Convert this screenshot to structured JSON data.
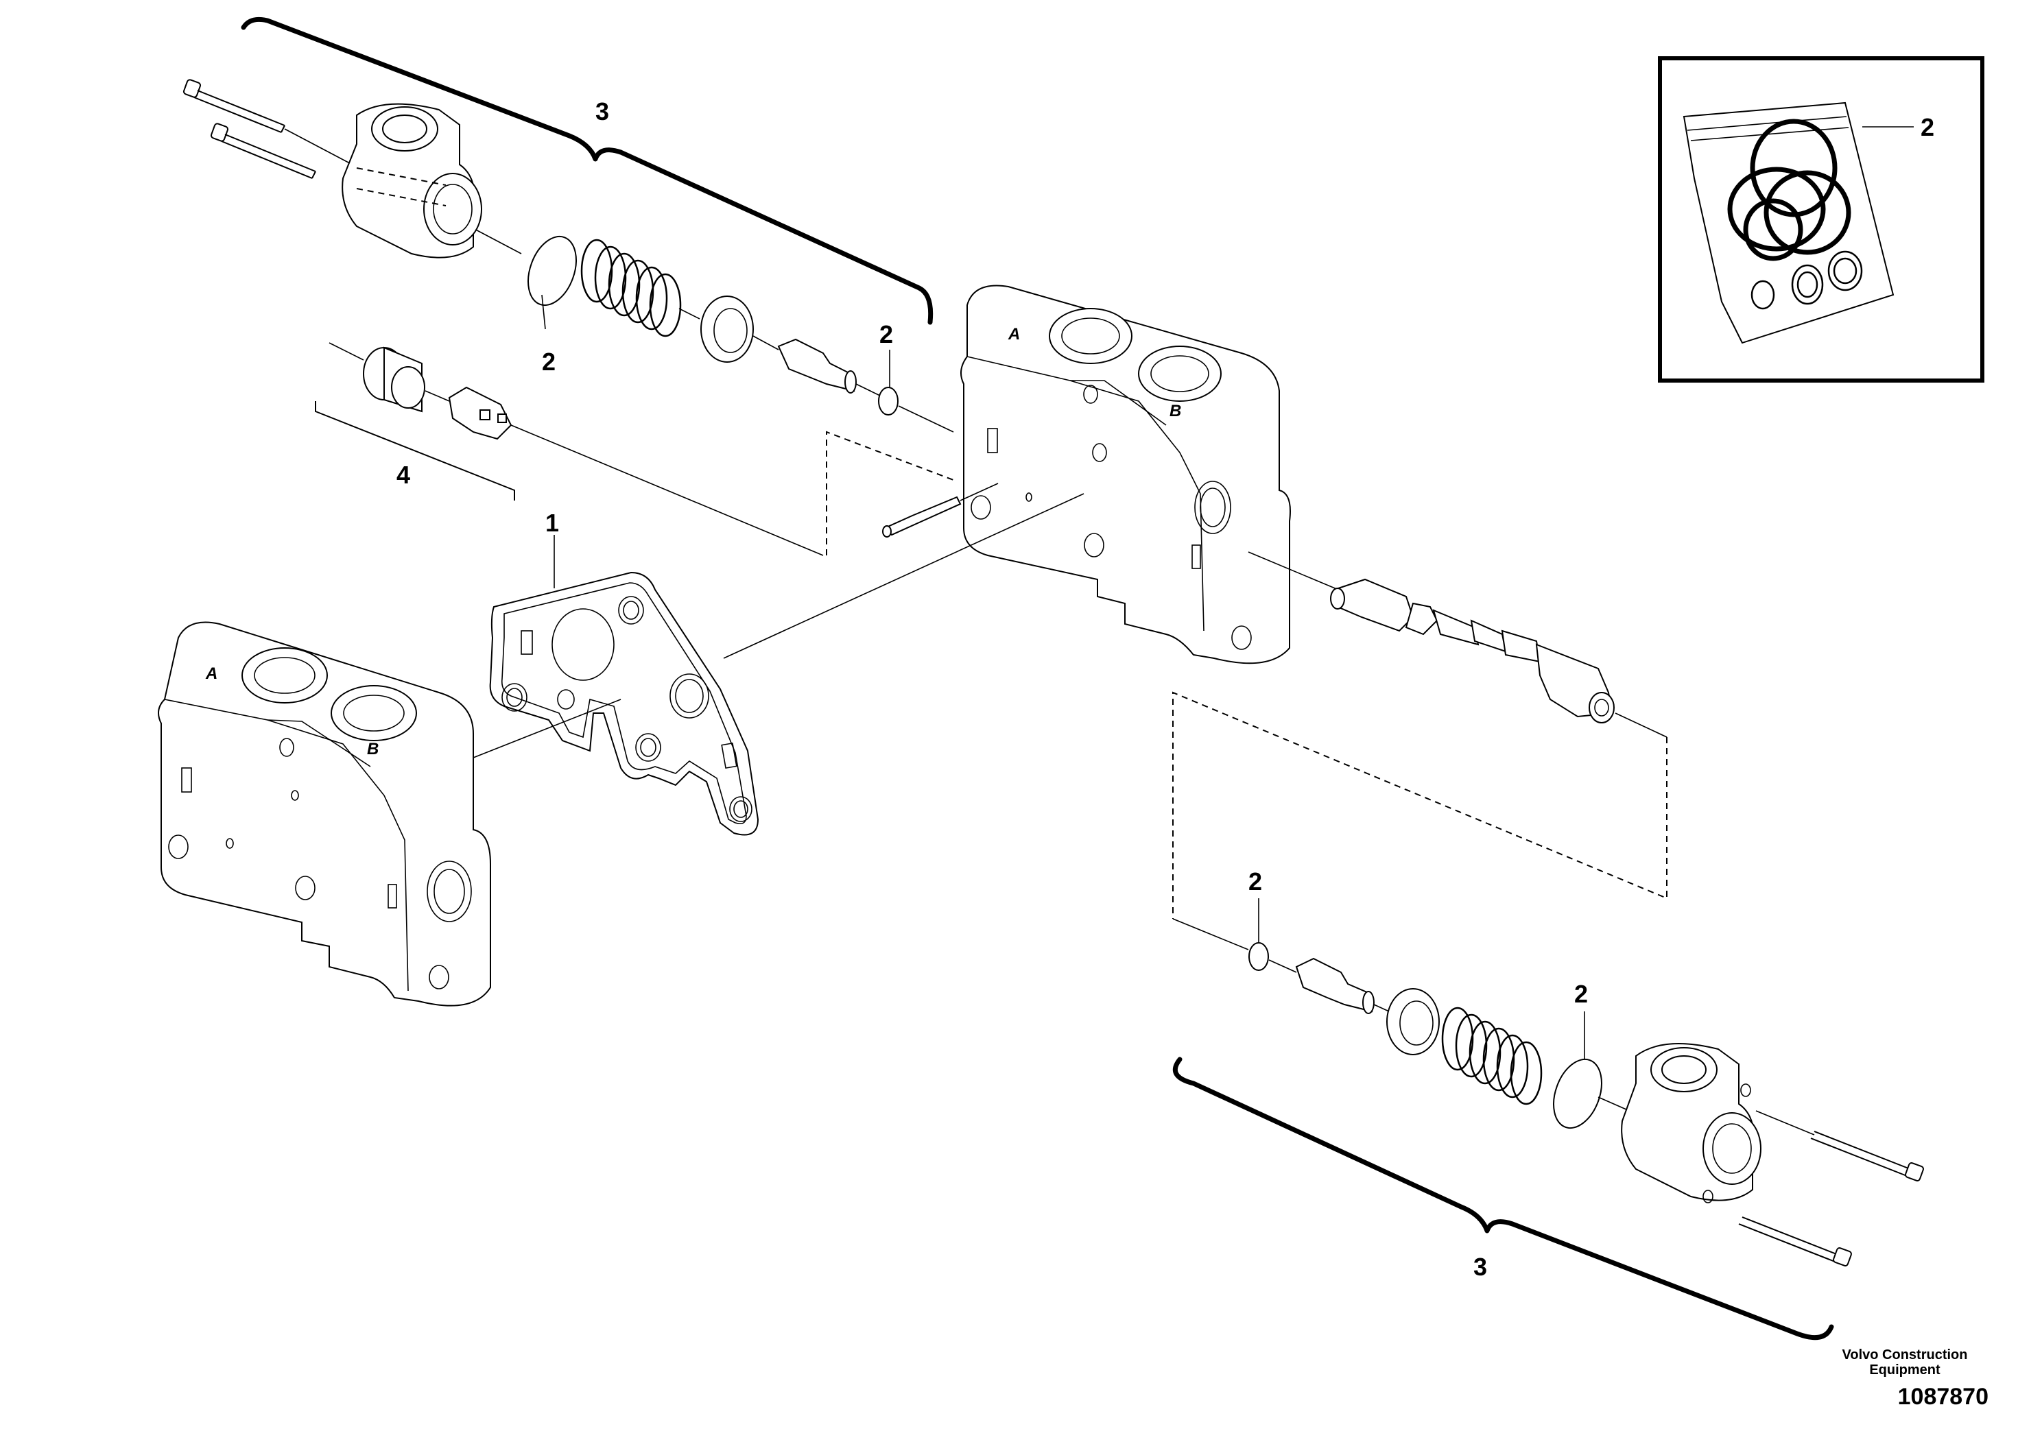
{
  "callouts": {
    "part_1": "1",
    "part_2": "2",
    "part_3": "3",
    "part_4": "4"
  },
  "port_labels": {
    "a": "A",
    "b": "B"
  },
  "brand": {
    "line1": "Volvo Construction",
    "line2": "Equipment"
  },
  "doc_number": "1087870"
}
